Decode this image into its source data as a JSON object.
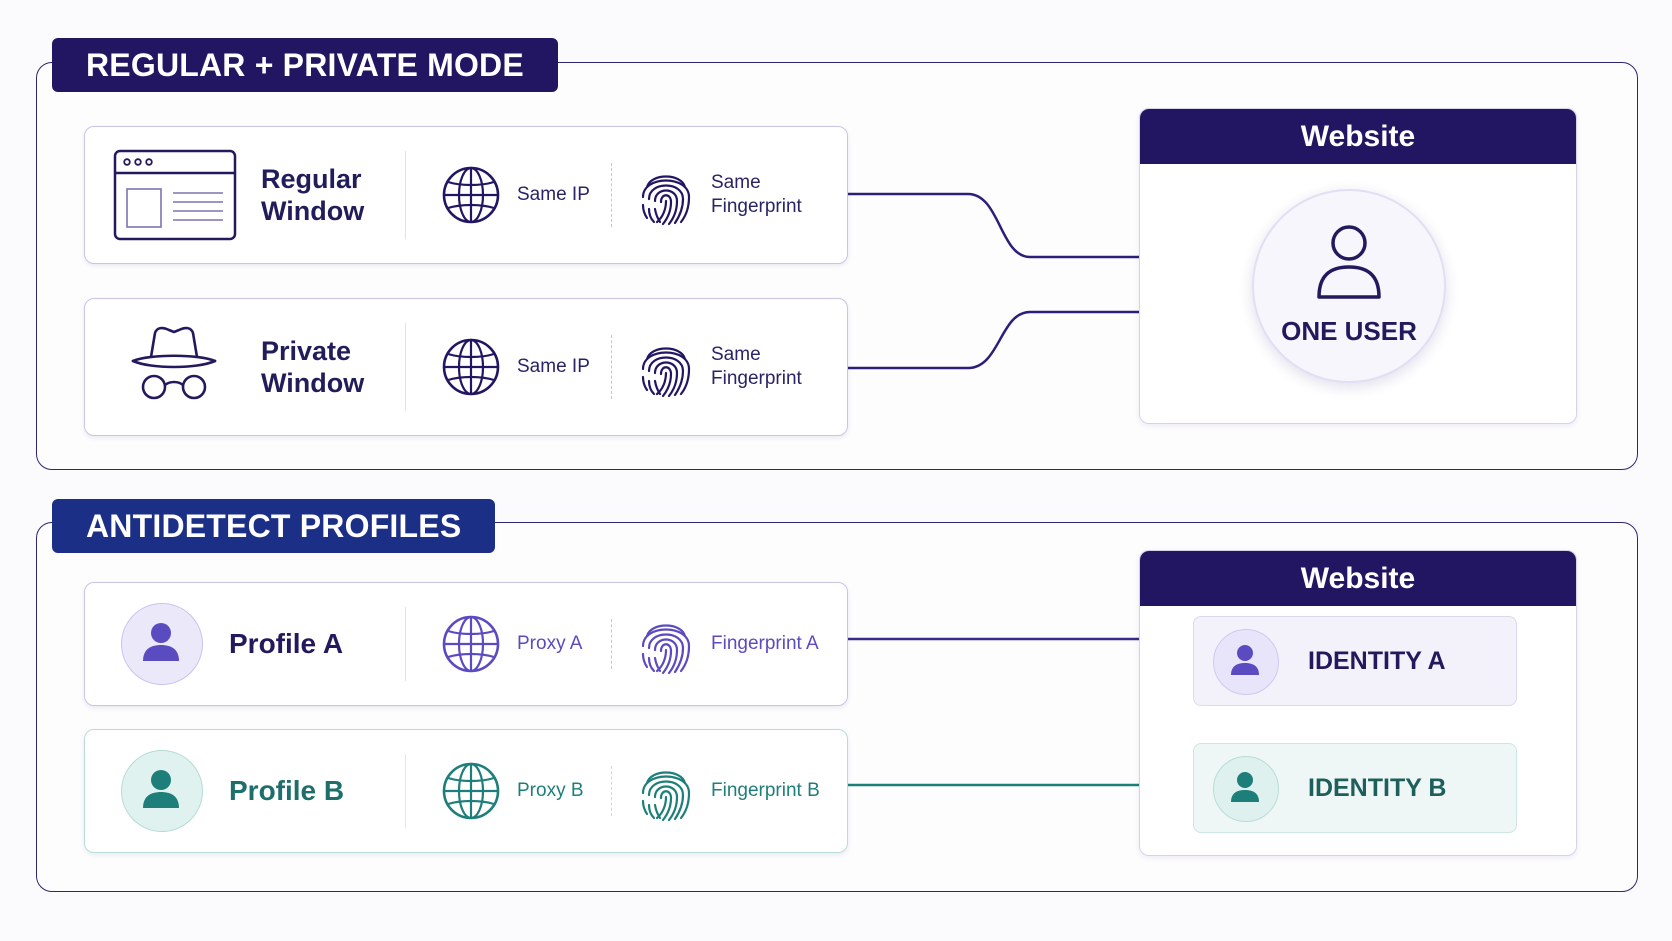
{
  "sections": {
    "regular_private": {
      "title": "REGULAR + PRIVATE MODE"
    },
    "antidetect": {
      "title": "ANTIDETECT PROFILES"
    }
  },
  "regular_window": {
    "title_line1": "Regular",
    "title_line2": "Window",
    "ip": "Same IP",
    "fp_line1": "Same",
    "fp_line2": "Fingerprint"
  },
  "private_window": {
    "title_line1": "Private",
    "title_line2": "Window",
    "ip": "Same IP",
    "fp_line1": "Same",
    "fp_line2": "Fingerprint"
  },
  "website_top": {
    "header": "Website",
    "user_label": "ONE USER"
  },
  "profile_a": {
    "title": "Profile A",
    "proxy": "Proxy A",
    "fingerprint": "Fingerprint A"
  },
  "profile_b": {
    "title": "Profile B",
    "proxy": "Proxy B",
    "fingerprint": "Fingerprint B"
  },
  "website_bottom": {
    "header": "Website",
    "identity_a": "IDENTITY A",
    "identity_b": "IDENTITY B"
  },
  "colors": {
    "navy": "#221663",
    "purple": "#5b4bc0",
    "teal": "#1e7f7a",
    "border": "#2d2670"
  },
  "icons": [
    "browser-window-icon",
    "incognito-icon",
    "globe-icon",
    "fingerprint-icon",
    "user-icon"
  ]
}
